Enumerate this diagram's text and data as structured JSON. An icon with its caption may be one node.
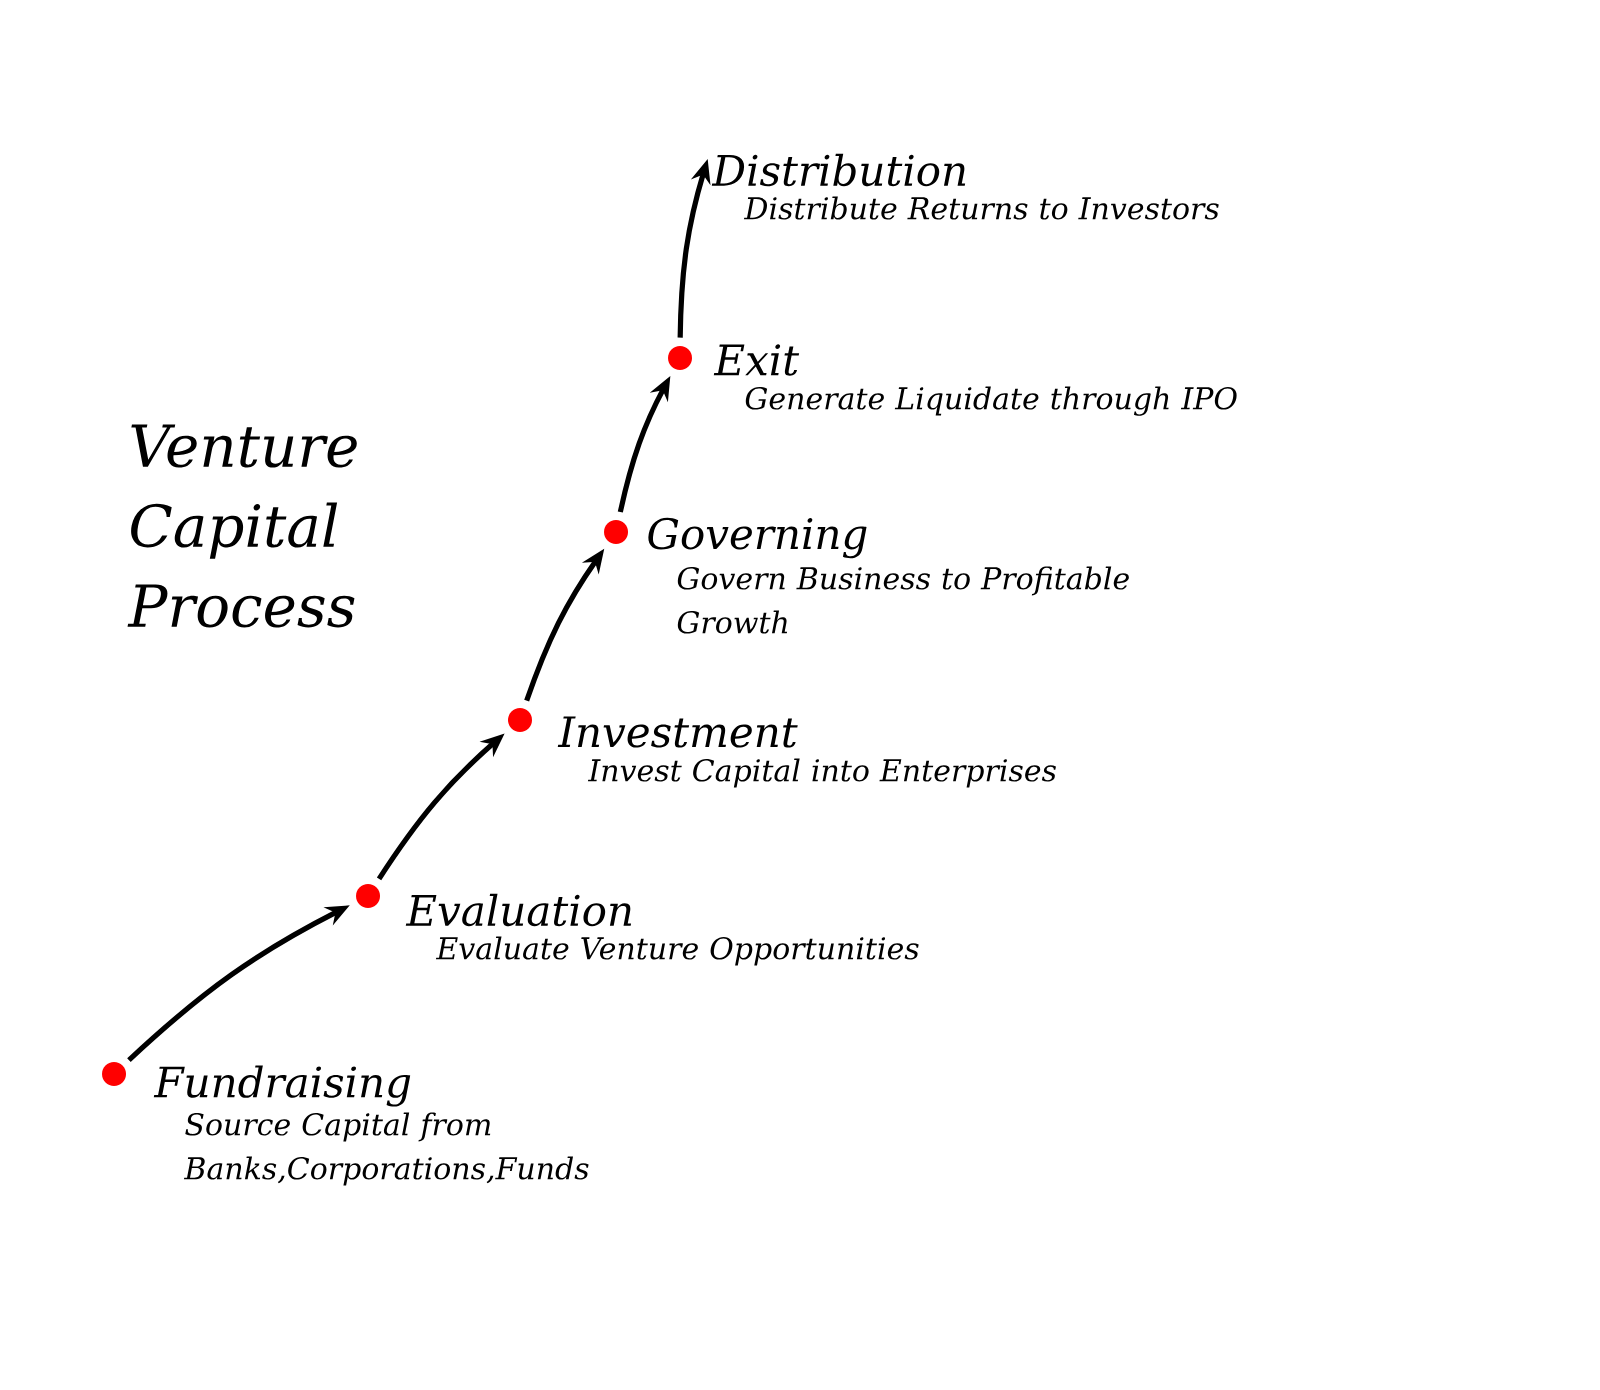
{
  "diagram": {
    "title": "Venture Capital Process",
    "nodes": [
      {
        "text": [
          "Fundraising",
          "Source Capital from Banks,Corporations,Funds"
        ]
      },
      {
        "text": [
          "Evaluation",
          "Evaluate Venture Opportunities"
        ]
      },
      {
        "text": [
          "Investment",
          "Invest Capital into Enterprises"
        ]
      },
      {
        "text": [
          "Governing",
          "Govern Business to Profitable Growth"
        ]
      },
      {
        "text": [
          "Exit",
          "Generate Liquidate through IPO"
        ]
      },
      {
        "text": [
          "Distribution",
          "Distribute Returns to Investors"
        ]
      }
    ],
    "edges": [
      {
        "from": 0,
        "to": 1,
        "arrow": "to"
      },
      {
        "from": 1,
        "to": 2,
        "arrow": "to"
      },
      {
        "from": 2,
        "to": 3,
        "arrow": "to"
      },
      {
        "from": 3,
        "to": 4,
        "arrow": "to"
      },
      {
        "from": 4,
        "to": 5,
        "arrow": "to"
      }
    ]
  }
}
